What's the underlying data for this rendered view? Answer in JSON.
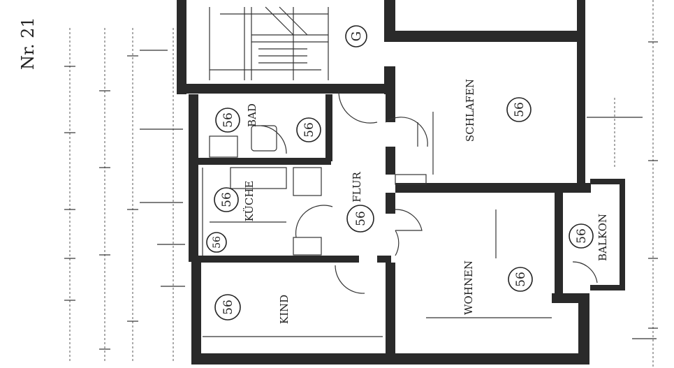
{
  "sheet": {
    "number_label": "Nr. 21"
  },
  "rooms": {
    "schlafen": {
      "name": "SCHLAFEN",
      "code": "56"
    },
    "bad": {
      "name": "BAD",
      "code": "56"
    },
    "bad_wc": {
      "code": "56"
    },
    "kueche": {
      "name": "KÜCHE",
      "code": "56"
    },
    "flur": {
      "name": "FLUR",
      "code": "56"
    },
    "abstell": {
      "code": "56"
    },
    "kind": {
      "name": "KIND",
      "code": "56"
    },
    "wohnen": {
      "name": "WOHNEN",
      "code": "56"
    },
    "balkon": {
      "name": "BALKON",
      "code": "56"
    }
  },
  "stair": {
    "marker": "G"
  }
}
